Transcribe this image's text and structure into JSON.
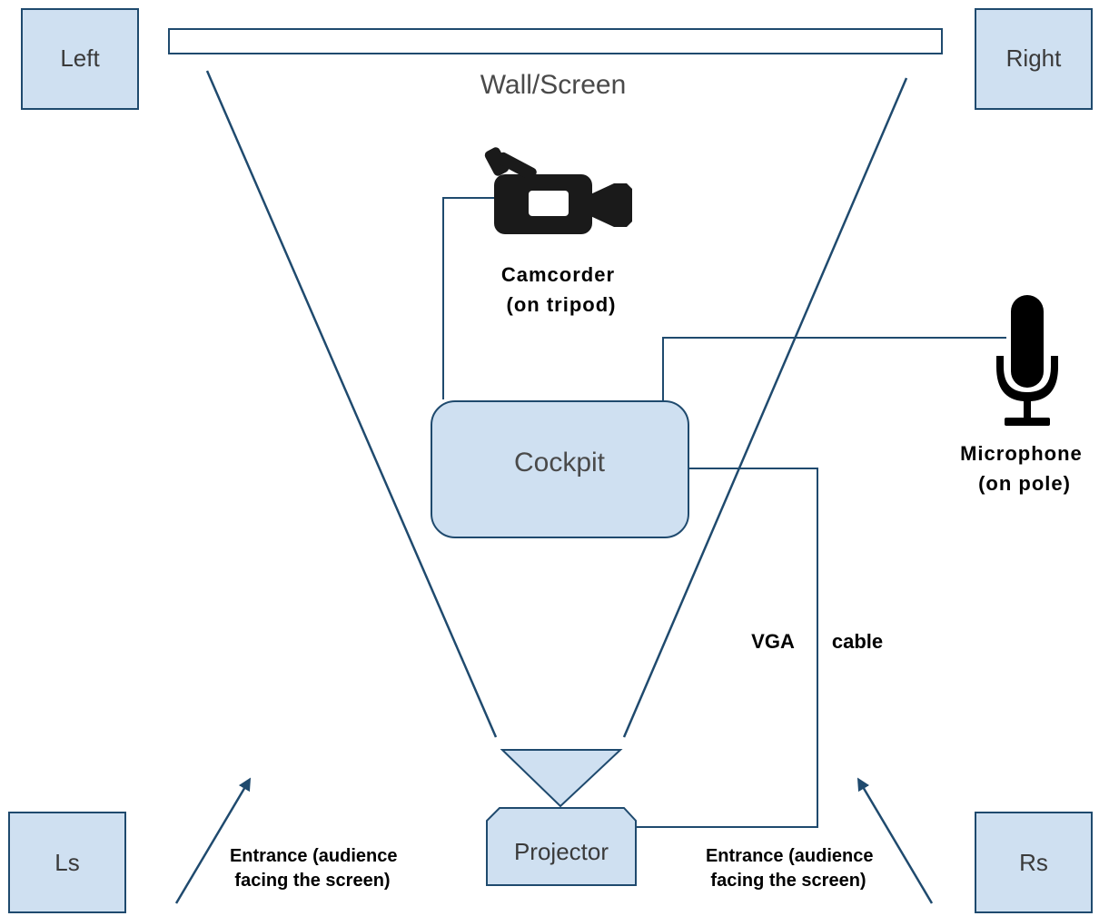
{
  "speakers": {
    "left": "Left",
    "right": "Right",
    "left_surround": "Ls",
    "right_surround": "Rs"
  },
  "wall_label": "Wall/Screen",
  "camcorder": {
    "line1": "Camcorder",
    "line2": "(on tripod)",
    "icon": "video-camera-icon"
  },
  "microphone": {
    "line1": "Microphone",
    "line2": "(on pole)",
    "icon": "microphone-icon"
  },
  "cockpit": "Cockpit",
  "projector": "Projector",
  "cable": {
    "word1": "VGA",
    "word2": "cable"
  },
  "entrances": {
    "left": {
      "line1": "Entrance (audience",
      "line2": "facing the screen)"
    },
    "right": {
      "line1": "Entrance (audience",
      "line2": "facing the screen)"
    }
  },
  "colors": {
    "box_fill": "#cfe0f1",
    "stroke": "#1f4a6e"
  }
}
